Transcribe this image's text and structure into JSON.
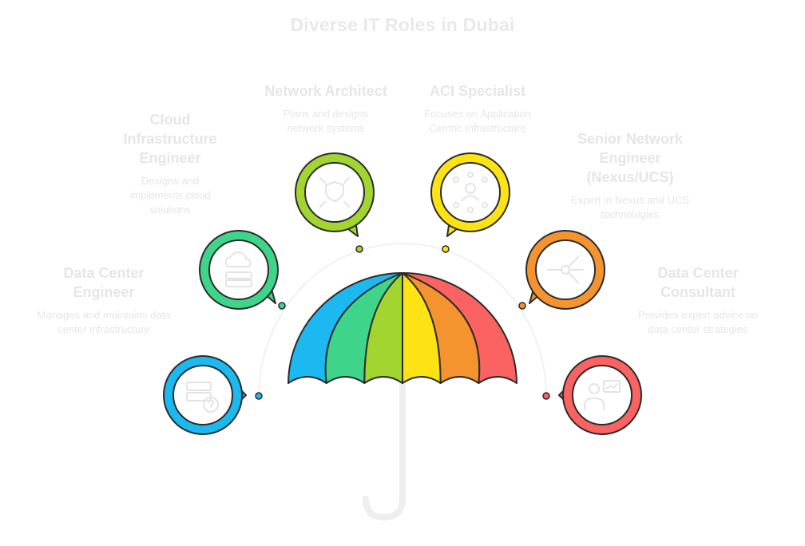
{
  "title": "Diverse IT Roles in Dubai",
  "roles": [
    {
      "id": "data-center-engineer",
      "name": "Data Center Engineer",
      "description": "Manages and maintains data center infrastructure",
      "color": "#1cb8f0",
      "icon": "server-question-icon"
    },
    {
      "id": "cloud-infrastructure-engineer",
      "name": "Cloud Infrastructure Engineer",
      "description": "Designs and implements cloud solutions",
      "color": "#3ed58a",
      "icon": "cloud-server-icon"
    },
    {
      "id": "network-architect",
      "name": "Network Architect",
      "description": "Plans and designs network systems",
      "color": "#a2d52f",
      "icon": "shield-network-icon"
    },
    {
      "id": "aci-specialist",
      "name": "ACI Specialist",
      "description": "Focuses on Application Centric Infrastructure",
      "color": "#fde314",
      "icon": "user-network-icon"
    },
    {
      "id": "senior-network-engineer",
      "name": "Senior Network Engineer (Nexus/UCS)",
      "description": "Expert in Nexus and UCS technologies",
      "color": "#f5932f",
      "icon": "network-nodes-icon"
    },
    {
      "id": "data-center-consultant",
      "name": "Data Center Consultant",
      "description": "Provides expert advice on data center strategies",
      "color": "#fb6262",
      "icon": "consultant-presentation-icon"
    }
  ],
  "umbrella_colors": [
    "#1cb8f0",
    "#3ed58a",
    "#a2d52f",
    "#fde314",
    "#f5932f",
    "#fb6262"
  ]
}
